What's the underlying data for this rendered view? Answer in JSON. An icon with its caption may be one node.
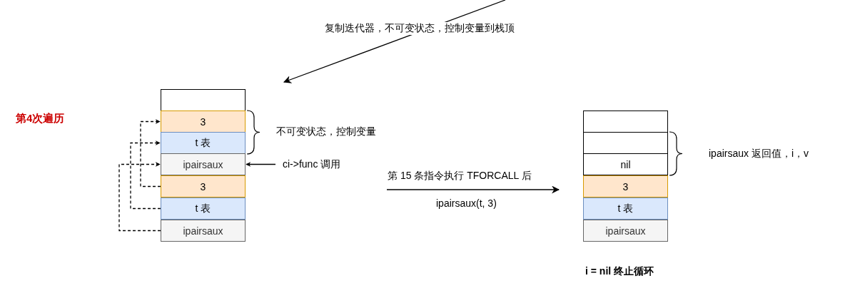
{
  "diagram": {
    "nodes": [
      {
        "text": [],
        "shape": "box"
      },
      {
        "text": [
          "3"
        ]
      },
      {
        "text": [
          "t 表"
        ]
      },
      {
        "text": [
          "ipairsaux"
        ]
      },
      {
        "text": [
          "3"
        ]
      },
      {
        "text": [
          "t 表"
        ]
      },
      {
        "text": [
          "ipairsaux"
        ]
      },
      {
        "text": [],
        "shape": "box"
      },
      {
        "text": [],
        "shape": "box"
      },
      {
        "text": [
          "nil"
        ]
      },
      {
        "text": [
          "3"
        ]
      },
      {
        "text": [
          "t 表"
        ]
      },
      {
        "text": [
          "ipairsaux"
        ]
      },
      {
        "text": [
          "ci->func 调用"
        ]
      }
    ],
    "edges": [
      {
        "from": 4,
        "to": 1,
        "arrow": "to",
        "style": "dashed"
      },
      {
        "from": 5,
        "to": 2,
        "arrow": "to",
        "style": "dashed"
      },
      {
        "from": 6,
        "to": 3,
        "arrow": "to",
        "style": "dashed"
      },
      {
        "from": 13,
        "to": 3,
        "arrow": "to"
      }
    ],
    "labels": [
      "复制迭代器，不可变状态，控制变量到栈顶",
      "第4次遍历",
      "不可变状态，控制变量",
      "ipairsaux 返回值，i，v",
      "第 15 条指令执行 TFORCALL 后",
      "ipairsaux(t, 3)",
      "i = nil 终止循环"
    ]
  }
}
